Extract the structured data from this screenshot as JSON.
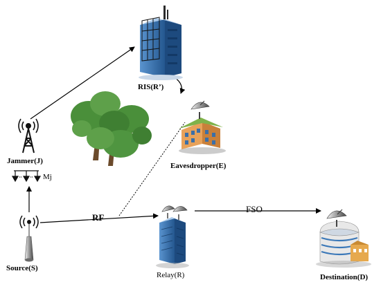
{
  "nodes": {
    "ris": {
      "label": "RIS(R’)"
    },
    "jammer": {
      "label": "Jammer(J)",
      "antenna_label": "Mj"
    },
    "eavesdropper": {
      "label": "Eavesdropper(E)"
    },
    "source": {
      "label": "Source(S)"
    },
    "relay": {
      "label": "Relay(R)"
    },
    "destination": {
      "label": "Destination(D)"
    }
  },
  "links": {
    "rf": "RF",
    "fso": "FSO"
  },
  "colors": {
    "line": "#000000",
    "building_blue": "#3b78b8",
    "building_dark": "#1f4f86",
    "tree_green": "#4a8f3a",
    "tree_trunk": "#6b4a2b",
    "eave_wall": "#e8a25a",
    "eave_roof": "#7fb24a",
    "dest_wall": "#e8e8e8"
  }
}
